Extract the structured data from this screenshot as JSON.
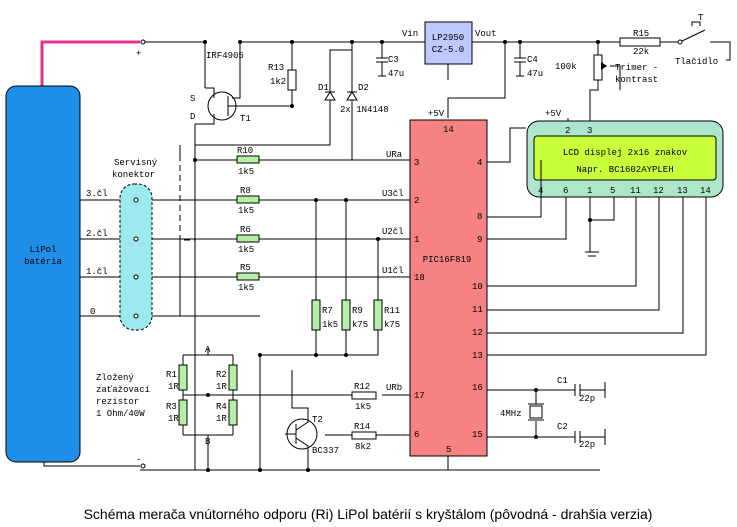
{
  "caption": "Schéma merača vnútorného odporu (Ri) LiPol batérií s kryštálom (pôvodná - drahšia verzia)",
  "battery": {
    "line1": "LiPol",
    "line2": "batéria"
  },
  "battery_cells": [
    "3.čl",
    "2.čl",
    "1.čl",
    "0"
  ],
  "polarity": {
    "plus": "+",
    "minus": "-"
  },
  "connector": {
    "line1": "Servisný",
    "line2": "konektor"
  },
  "mosfet": {
    "name": "IRF4905",
    "ref": "T1",
    "pin_s": "S",
    "pin_d": "D"
  },
  "r13": {
    "ref": "R13",
    "value": "1k2"
  },
  "diodes": {
    "d1": "D1",
    "d2": "D2",
    "part": "2x 1N4148"
  },
  "regulator": {
    "line1": "LP2950",
    "line2": "CZ-5.0",
    "vin": "Vin",
    "vout": "Vout"
  },
  "c3": {
    "ref": "C3",
    "value": "47u"
  },
  "c4": {
    "ref": "C4",
    "value": "47u"
  },
  "r15": {
    "ref": "R15",
    "value": "22k"
  },
  "button": {
    "symbol": "T",
    "label": "Tlačidlo"
  },
  "trimmer": {
    "value": "100k",
    "line1": "Trimer -",
    "line2": "kontrast"
  },
  "mcu": {
    "name": "PIC16F819",
    "vplus": "+5V",
    "pin14": "14",
    "pin5": "5"
  },
  "mcu_left_pins": [
    {
      "num": "3",
      "net": "URa"
    },
    {
      "num": "2",
      "net": "U3čl"
    },
    {
      "num": "1",
      "net": "U2čl"
    },
    {
      "num": "18",
      "net": "U1čl"
    },
    {
      "num": "17",
      "net": "URb"
    },
    {
      "num": "6",
      "net": ""
    }
  ],
  "mcu_right_pins": [
    "4",
    "8",
    "9",
    "10",
    "11",
    "12",
    "13",
    "16",
    "15"
  ],
  "lcd": {
    "line1": "LCD displej 2x16 znakov",
    "line2": "Napr.  BC1602AYPLEH",
    "vplus": "+5V",
    "top_pins": [
      "2",
      "3"
    ],
    "bottom_pins": [
      "4",
      "6",
      "1",
      "5",
      "11",
      "12",
      "13",
      "14"
    ]
  },
  "resistors": [
    {
      "ref": "R10",
      "value": "1k5"
    },
    {
      "ref": "R8",
      "value": "1k5"
    },
    {
      "ref": "R6",
      "value": "1k5"
    },
    {
      "ref": "R5",
      "value": "1k5"
    },
    {
      "ref": "R7",
      "value": "1k5"
    },
    {
      "ref": "R9",
      "value": "k75"
    },
    {
      "ref": "R11",
      "value": "k75"
    },
    {
      "ref": "R12",
      "value": "1k5"
    },
    {
      "ref": "R14",
      "value": "8k2"
    }
  ],
  "load": {
    "line1": "Zložený",
    "line2": "zaťažovací",
    "line3": "rezistor",
    "line4": "1 Ohm/40W",
    "node_a": "A",
    "node_b": "B",
    "r1": "R1",
    "r2": "R2",
    "r3": "R3",
    "r4": "R4",
    "value": "1R"
  },
  "t2": {
    "ref": "T2",
    "part": "BC337"
  },
  "crystal": {
    "value": "4MHz",
    "c1": "C1",
    "c2": "C2",
    "cval": "22p"
  }
}
